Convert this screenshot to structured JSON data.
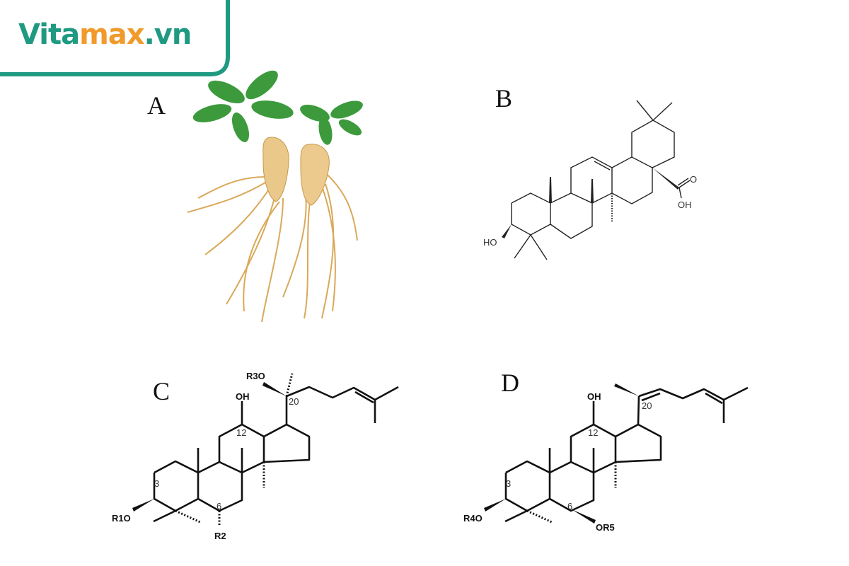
{
  "logo": {
    "part1": "Vita",
    "part2": "max",
    "part3": ".vn",
    "teal": "#1f9a82",
    "orange": "#f19a2b"
  },
  "panels": {
    "a": "A",
    "b": "B",
    "c": "C",
    "d": "D"
  },
  "structure_b": {
    "hydroxyl": "HO",
    "acid_oxygen": "O",
    "acid_hydroxyl": "OH"
  },
  "structure_c": {
    "oh": "OH",
    "r1o": "R1O",
    "r2": "R2",
    "r3o": "R3O",
    "pos3": "3",
    "pos6": "6",
    "pos12": "12",
    "pos20": "20"
  },
  "structure_d": {
    "oh": "OH",
    "r4o": "R4O",
    "or5": "OR5",
    "pos3": "3",
    "pos6": "6",
    "pos12": "12",
    "pos20": "20"
  }
}
